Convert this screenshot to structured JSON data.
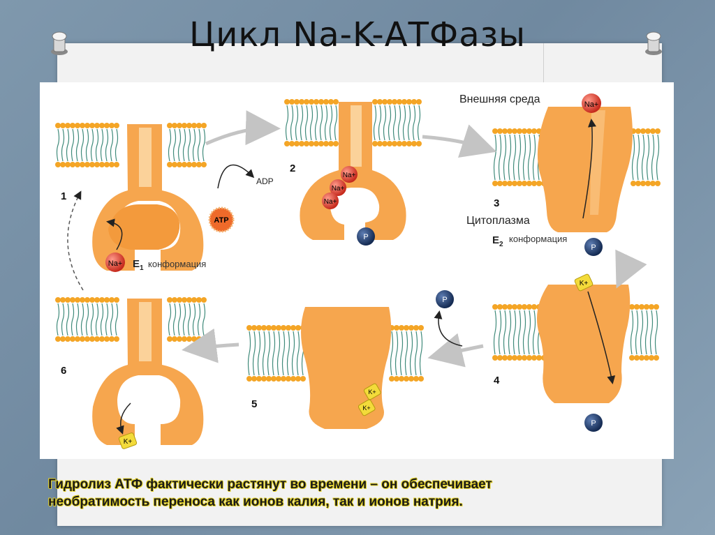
{
  "title": "Цикл  Na-K-АТФазы",
  "caption": {
    "line1": "Гидролиз АТФ фактически растянут во времени – он обеспечивает",
    "line2": "необратимость переноса как ионов калия, так и ионов натрия."
  },
  "diagram": {
    "outer_env_label": "Внешняя среда",
    "cytoplasm_label": "Цитоплазма",
    "conf_e1_symbol": "E",
    "conf_e1_sub": "1",
    "conf_e2_symbol": "E",
    "conf_e2_sub": "2",
    "conformation_word": "конформация",
    "adp_label": "ADP",
    "atp_label": "ATP",
    "na_label": "Na+",
    "k_label": "K+",
    "p_label": "P",
    "step_numbers": [
      "1",
      "2",
      "3",
      "4",
      "5",
      "6"
    ]
  },
  "colors": {
    "protein": "#f6a64e",
    "protein_light": "#fbd29a",
    "lipid_head": "#f4a526",
    "lipid_tail": "#3f8a7a",
    "na_ion": "#d93a2b",
    "k_ion": "#f3db3a",
    "phosphate": "#1f3a66",
    "atp": "#ee6a2a",
    "arrow": "#bbbbbb"
  }
}
